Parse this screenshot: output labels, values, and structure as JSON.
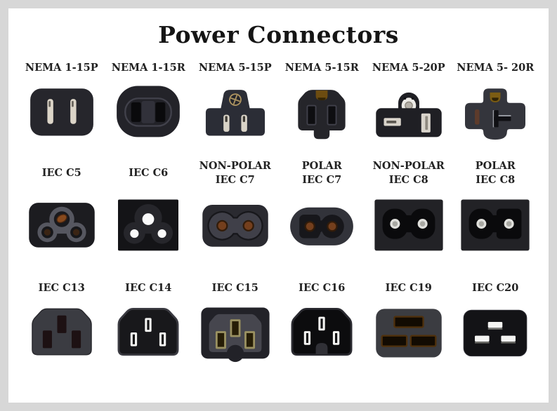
{
  "title": "Power Connectors",
  "rows": [
    {
      "cells": [
        {
          "label": "NEMA 1-15P",
          "icon": "nema-1-15p-connector"
        },
        {
          "label": "NEMA 1-15R",
          "icon": "nema-1-15r-connector"
        },
        {
          "label": "NEMA 5-15P",
          "icon": "nema-5-15p-connector"
        },
        {
          "label": "NEMA 5-15R",
          "icon": "nema-5-15r-connector"
        },
        {
          "label": "NEMA 5-20P",
          "icon": "nema-5-20p-connector"
        },
        {
          "label": "NEMA 5- 20R",
          "icon": "nema-5-20r-connector"
        }
      ]
    },
    {
      "cells": [
        {
          "label": "IEC C5",
          "icon": "iec-c5-connector"
        },
        {
          "label": "IEC C6",
          "icon": "iec-c6-connector"
        },
        {
          "label": "NON-POLAR\nIEC C7",
          "icon": "non-polar-iec-c7-connector"
        },
        {
          "label": "POLAR\nIEC C7",
          "icon": "polar-iec-c7-connector"
        },
        {
          "label": "NON-POLAR\nIEC C8",
          "icon": "non-polar-iec-c8-connector"
        },
        {
          "label": "POLAR\nIEC C8",
          "icon": "polar-iec-c8-connector"
        }
      ]
    },
    {
      "cells": [
        {
          "label": "IEC C13",
          "icon": "iec-c13-connector"
        },
        {
          "label": "IEC C14",
          "icon": "iec-c14-connector"
        },
        {
          "label": "IEC C15",
          "icon": "iec-c15-connector"
        },
        {
          "label": "IEC C16",
          "icon": "iec-c16-connector"
        },
        {
          "label": "IEC C19",
          "icon": "iec-c19-connector"
        },
        {
          "label": "IEC C20",
          "icon": "iec-c20-connector"
        }
      ]
    }
  ],
  "colors": {
    "page_border": "#d7d7d7",
    "card_background": "#ffffff",
    "text": "#222222",
    "connector_body_dark": "#26262c",
    "connector_body_gray": "#3b3c42",
    "connector_body_black": "#0d0d0f",
    "blade_light": "#d9d3c7",
    "pin_white": "#f4f4f2",
    "pin_brown": "#743f1d",
    "ground_amber": "#7c5d13",
    "slot_tan": "#9a9161"
  }
}
